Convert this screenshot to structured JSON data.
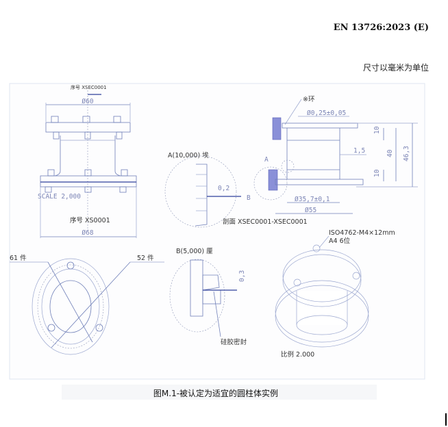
{
  "header": {
    "standard": "EN 13726:2023 (E)",
    "units_note": "尺寸以毫米为单位"
  },
  "drawing": {
    "front_view": {
      "section_label": "序号 XSEC0001",
      "dim_top": "Ø60",
      "scale": "SCALE  2,000",
      "part_label": "序号 XS0001",
      "dim_bottom": "Ø68"
    },
    "detail_a": {
      "label": "A(10,000) 埃",
      "dim": "0,2"
    },
    "section_view": {
      "ring_label": "※环",
      "dim_groove": "Ø0,25±0,05",
      "dim_wall": "1,5",
      "dim_10a": "10",
      "dim_40": "40",
      "dim_46": "46,3",
      "dim_10b": "10",
      "marker_a": "A",
      "marker_b": "B",
      "dim_inner": "Ø35,7±0,1",
      "dim_outer": "Ø55",
      "title": "剖面 XSEC0001-XSEC0001"
    },
    "screw_note": {
      "line1": "ISO4762-M4×12mm",
      "line2": "A4 6位"
    },
    "bottom_view": {
      "label_left": "61 件",
      "label_right": "52 件"
    },
    "detail_b": {
      "label": "B(5,000) 厘",
      "dim": "0,3",
      "seal_label": "硅胶密封"
    },
    "iso_view": {
      "scale": "比例 2.000"
    }
  },
  "caption": "图M.1-被认定为适宜的圆柱体实例"
}
